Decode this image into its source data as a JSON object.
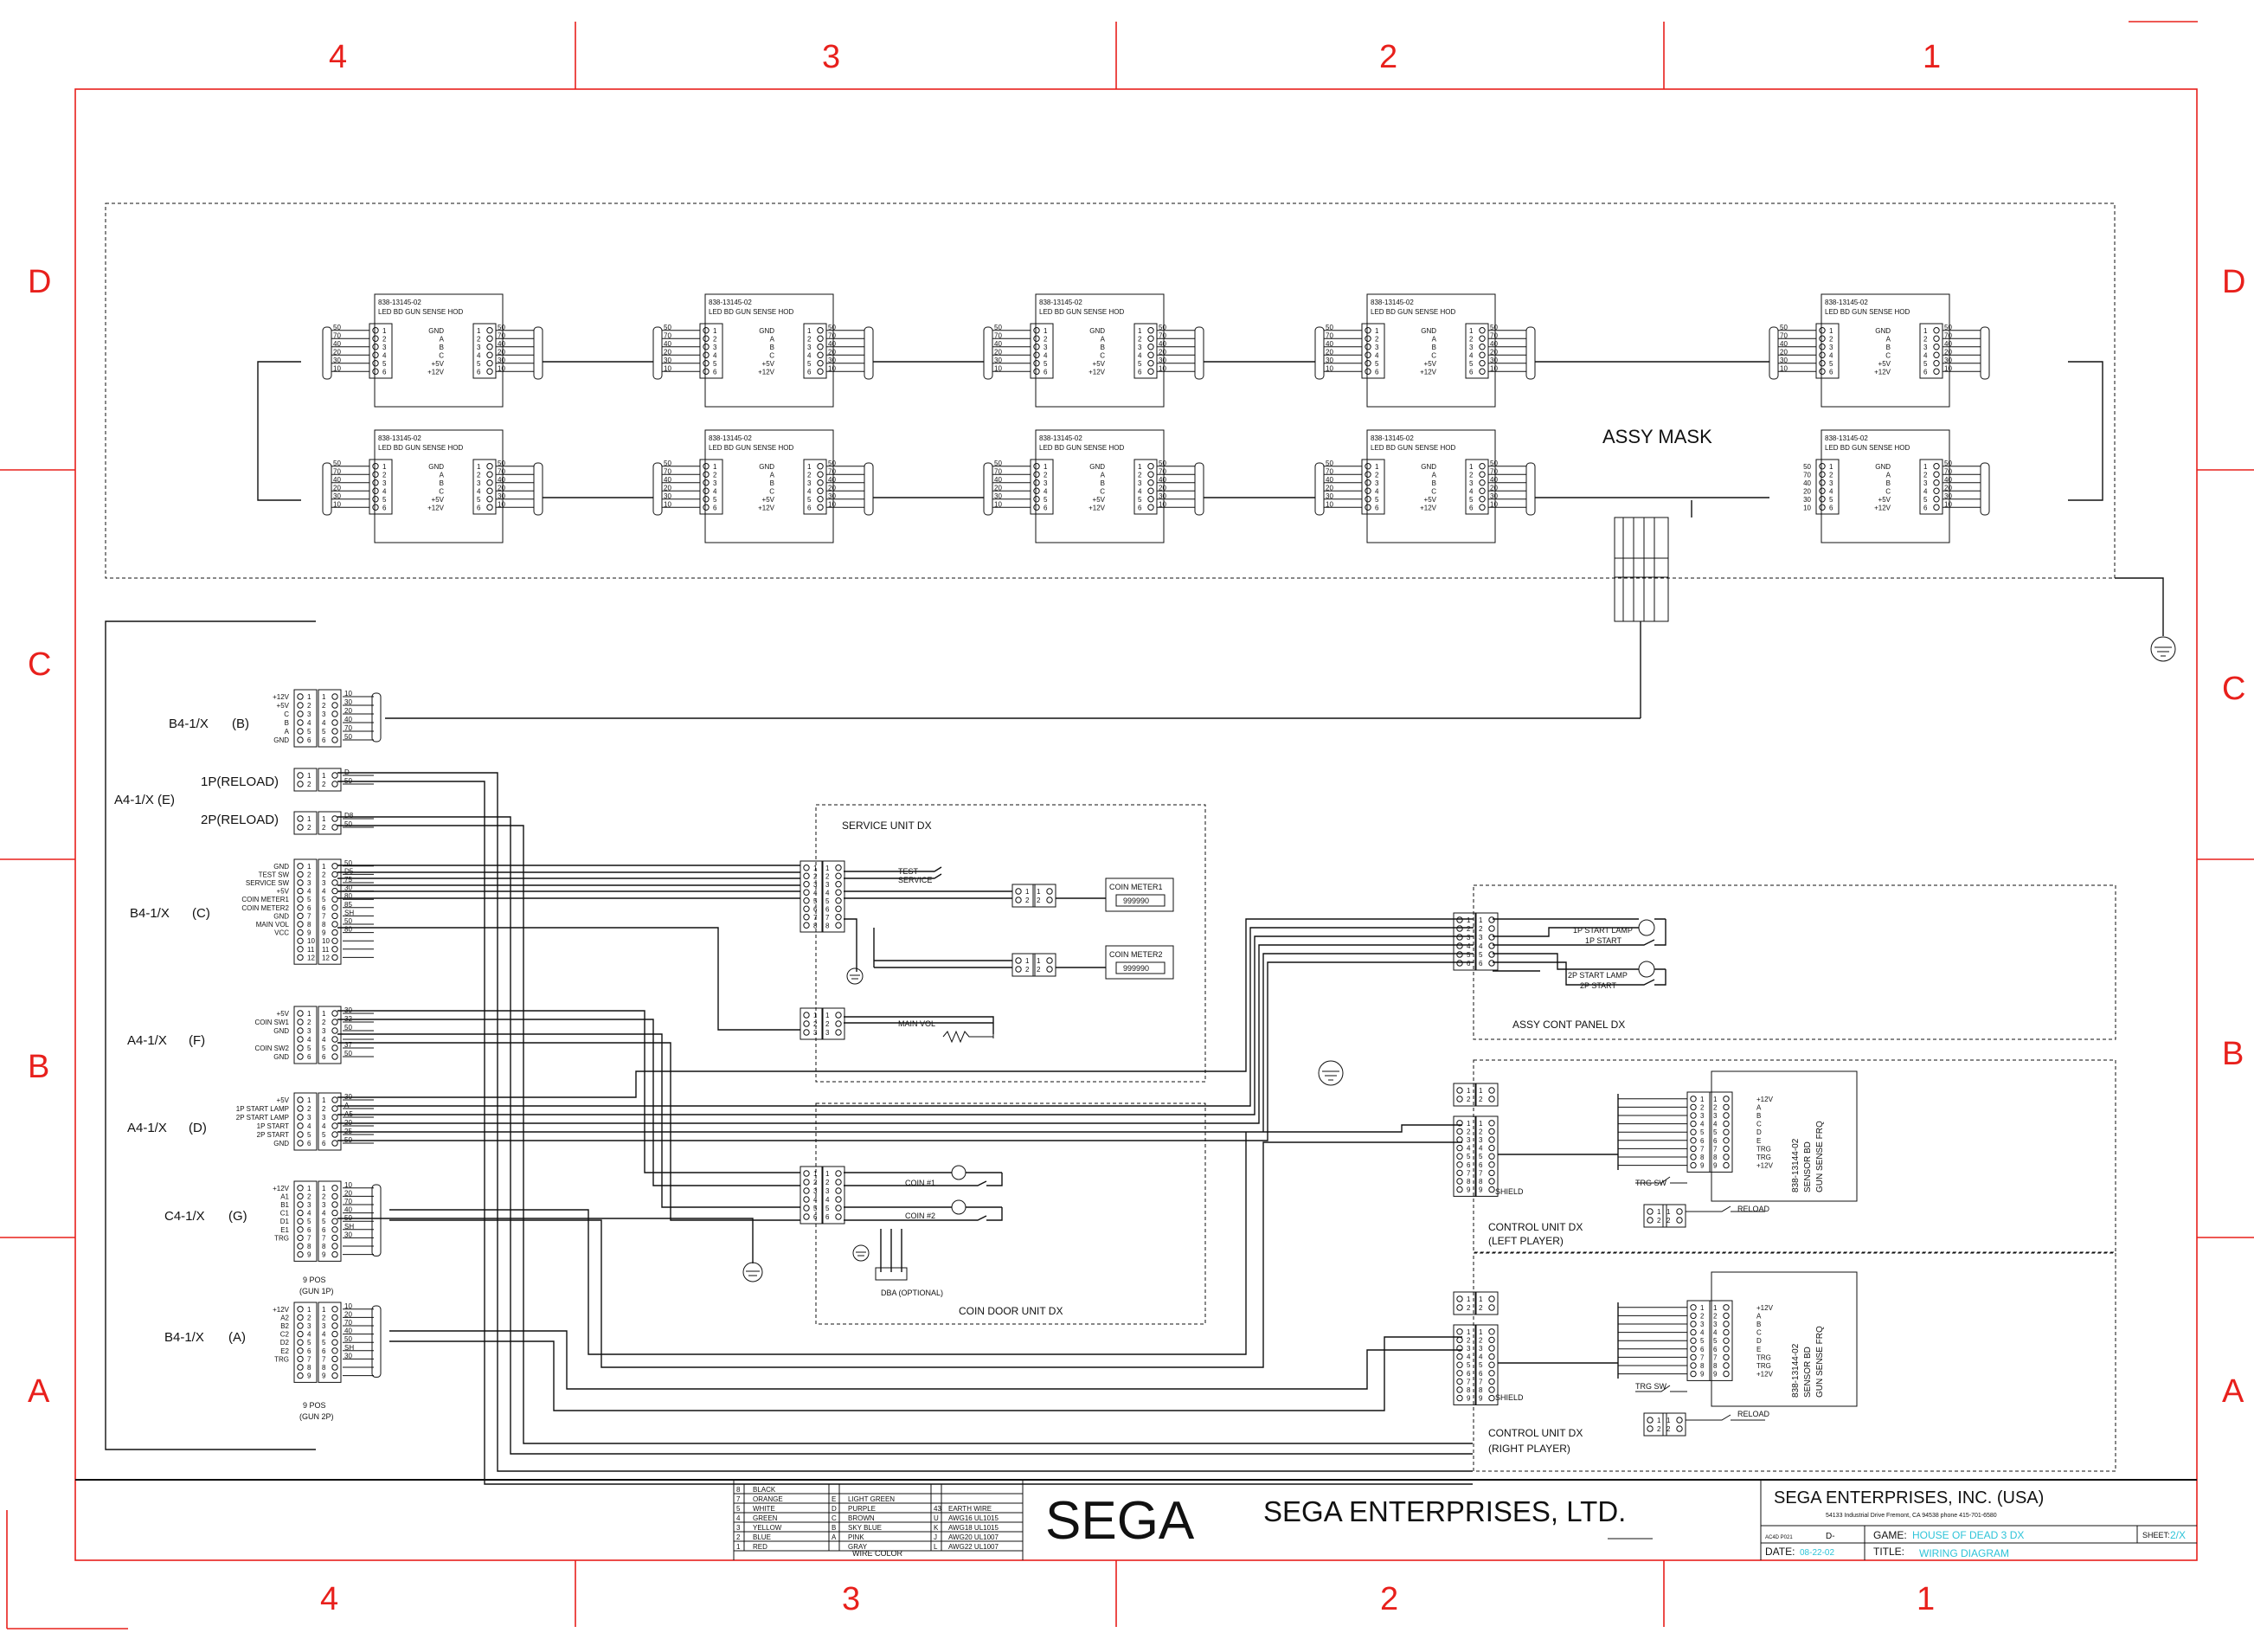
{
  "zones": {
    "columns": [
      "4",
      "3",
      "2",
      "1"
    ],
    "rows": [
      "D",
      "C",
      "B",
      "A"
    ]
  },
  "mask": {
    "title": "ASSY MASK",
    "board_part": "838-13145-02",
    "board_name": "LED BD GUN SENSE HOD",
    "pins_left": [
      "50",
      "70",
      "40",
      "20",
      "30",
      "10"
    ],
    "pins_right": [
      "50",
      "70",
      "40",
      "20",
      "30",
      "10"
    ],
    "nums": [
      "1",
      "2",
      "3",
      "4",
      "5",
      "6"
    ],
    "signals_left": [
      "GND",
      "A",
      "B",
      "C",
      "+5V",
      "+12V"
    ]
  },
  "connectors": {
    "b41x_b": {
      "name": "B4-1/X",
      "sub": "(B)",
      "sigs": [
        "+12V",
        "+5V",
        "C",
        "B",
        "A",
        "GND"
      ],
      "wires": [
        "10",
        "30",
        "20",
        "40",
        "70",
        "50"
      ]
    },
    "a41x_e": {
      "name": "A4-1/X (E)"
    },
    "reload1": {
      "name": "1P(RELOAD)",
      "wires": [
        "D",
        "50"
      ]
    },
    "reload2": {
      "name": "2P(RELOAD)",
      "wires": [
        "D8",
        "50"
      ]
    },
    "b41x_c": {
      "name": "B4-1/X",
      "sub": "(C)",
      "sigs": [
        "GND",
        "TEST SW",
        "SERVICE SW",
        "+5V",
        "COIN METER1",
        "COIN METER2",
        "GND",
        "MAIN VOL",
        "VCC"
      ],
      "wires": [
        "50",
        "D5",
        "75",
        "30",
        "80",
        "85",
        "SH",
        "50",
        "80"
      ]
    },
    "a41x_f": {
      "name": "A4-1/X",
      "sub": "(F)",
      "sigs": [
        "+5V",
        "COIN SW1",
        "GND",
        "",
        "COIN SW2",
        "GND"
      ],
      "wires": [
        "30",
        "32",
        "50",
        "",
        "37",
        "50"
      ]
    },
    "a41x_d": {
      "name": "A4-1/X",
      "sub": "(D)",
      "sigs": [
        "+5V",
        "1P START LAMP",
        "2P START LAMP",
        "1P START",
        "2P START",
        "GND"
      ],
      "wires": [
        "30",
        "A",
        "A5",
        "20",
        "25",
        "50"
      ]
    },
    "c41x_g": {
      "name": "C4-1/X",
      "sub": "(G)",
      "sigs": [
        "+12V",
        "A1",
        "B1",
        "C1",
        "D1",
        "E1",
        "TRG"
      ],
      "wires": [
        "10",
        "20",
        "70",
        "40",
        "50",
        "SH",
        "30"
      ],
      "note1": "9 POS",
      "note2": "(GUN 1P)"
    },
    "b41x_a": {
      "name": "B4-1/X",
      "sub": "(A)",
      "sigs": [
        "+12V",
        "A2",
        "B2",
        "C2",
        "D2",
        "E2",
        "TRG"
      ],
      "wires": [
        "10",
        "20",
        "70",
        "40",
        "50",
        "SH",
        "30"
      ],
      "note1": "9 POS",
      "note2": "(GUN 2P)"
    }
  },
  "service_unit": {
    "title": "SERVICE UNIT DX",
    "test": "TEST",
    "service": "SERVICE",
    "coin_meter1": "COIN METER1",
    "coin_meter2": "COIN METER2",
    "counter": "999990",
    "main_vol": "MAIN VOL"
  },
  "coin_door": {
    "title": "COIN DOOR UNIT DX",
    "coin1": "COIN #1",
    "coin2": "COIN #2",
    "dba": "DBA (OPTIONAL)"
  },
  "cont_panel": {
    "title": "ASSY CONT PANEL DX",
    "start1_lamp": "1P START LAMP",
    "start1": "1P START",
    "start2_lamp": "2P START LAMP",
    "start2": "2P START"
  },
  "control_left": {
    "title": "CONTROL UNIT DX",
    "sub": "(LEFT PLAYER)",
    "sensor_part": "838-13144-02",
    "sensor_name": "SENSOR BD",
    "sensor_sub": "GUN SENSE FRQ",
    "trg": "TRG SW",
    "reload": "RELOAD",
    "shield": "SHIELD"
  },
  "control_right": {
    "title": "CONTROL UNIT DX",
    "sub": "(RIGHT PLAYER)",
    "sensor_part": "838-13144-02",
    "sensor_name": "SENSOR BD",
    "sensor_sub": "GUN SENSE FRQ",
    "trg": "TRG SW",
    "reload": "RELOAD",
    "shield": "SHIELD"
  },
  "sensor_sigs": [
    "+12V",
    "A",
    "B",
    "C",
    "D",
    "E",
    "TRG",
    "TRG",
    "+12V"
  ],
  "wire_color": {
    "caption": "WIRE COLOR",
    "rows": [
      [
        "8",
        "BLACK",
        "",
        ""
      ],
      [
        "7",
        "ORANGE",
        "E",
        "LIGHT GREEN"
      ],
      [
        "5",
        "WHITE",
        "D",
        "PURPLE"
      ],
      [
        "4",
        "GREEN",
        "C",
        "BROWN"
      ],
      [
        "3",
        "YELLOW",
        "B",
        "SKY BLUE"
      ],
      [
        "2",
        "BLUE",
        "A",
        "PINK"
      ],
      [
        "1",
        "RED",
        "",
        "GRAY"
      ]
    ],
    "extra": [
      [
        "",
        "",
        ""
      ],
      [
        "",
        "",
        ""
      ],
      [
        "43",
        "EARTH WIRE",
        ""
      ],
      [
        "U",
        "AWG16 UL1015",
        ""
      ],
      [
        "K",
        "AWG18 UL1015",
        ""
      ],
      [
        "J",
        "AWG20 UL1007",
        ""
      ],
      [
        "L",
        "AWG22 UL1007",
        ""
      ]
    ]
  },
  "title_block": {
    "logo": "SEGA",
    "company": "SEGA ENTERPRISES, LTD.",
    "usa": "SEGA ENTERPRISES, INC. (USA)",
    "address": "54133 Industrial Drive Fremont, CA 94538 phone 415-701-6580",
    "form": "AC4D P021",
    "d": "D-",
    "game_label": "GAME:",
    "game": "HOUSE OF DEAD 3 DX",
    "sheet_label": "SHEET:",
    "sheet": "2/X",
    "date_label": "DATE:",
    "date": "08-22-02",
    "title_label": "TITLE:",
    "title": "WIRING DIAGRAM"
  }
}
